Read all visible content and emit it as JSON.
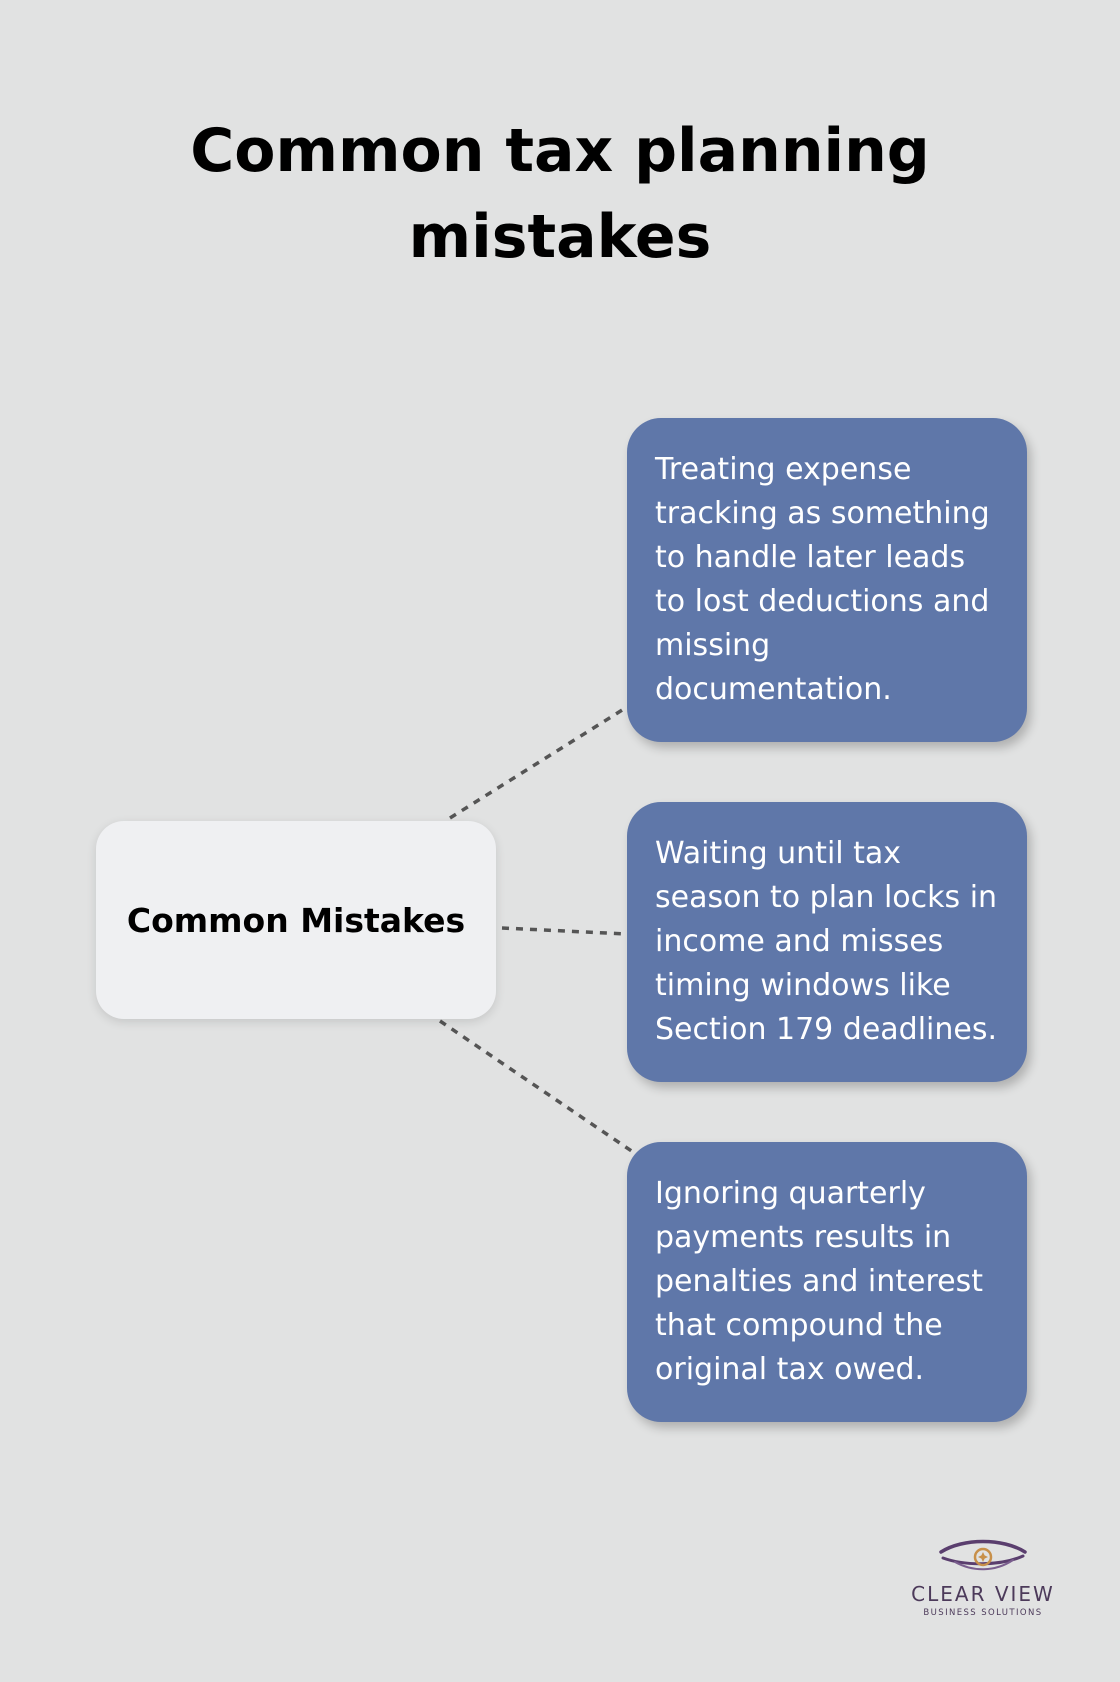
{
  "title": {
    "line1": "Common tax planning",
    "line2": "mistakes"
  },
  "center_node": {
    "label": "Common Mistakes"
  },
  "cards": [
    {
      "text": "Treating expense tracking as something to handle later leads to lost deductions and missing documentation."
    },
    {
      "text": "Waiting until tax season to plan locks in income and misses timing windows like Section 179 deadlines."
    },
    {
      "text": "Ignoring quarterly payments results in penalties and interest that compound the original tax owed."
    }
  ],
  "logo": {
    "name": "CLEAR VIEW",
    "tagline": "BUSINESS SOLUTIONS"
  },
  "colors": {
    "background": "#e1e2e2",
    "card": "#5f77a9",
    "center_node": "#eff0f2",
    "connector": "#555555",
    "logo_purple": "#5a3e6e",
    "logo_accent": "#c8904a"
  },
  "icons": [
    "eye-logo-icon"
  ]
}
